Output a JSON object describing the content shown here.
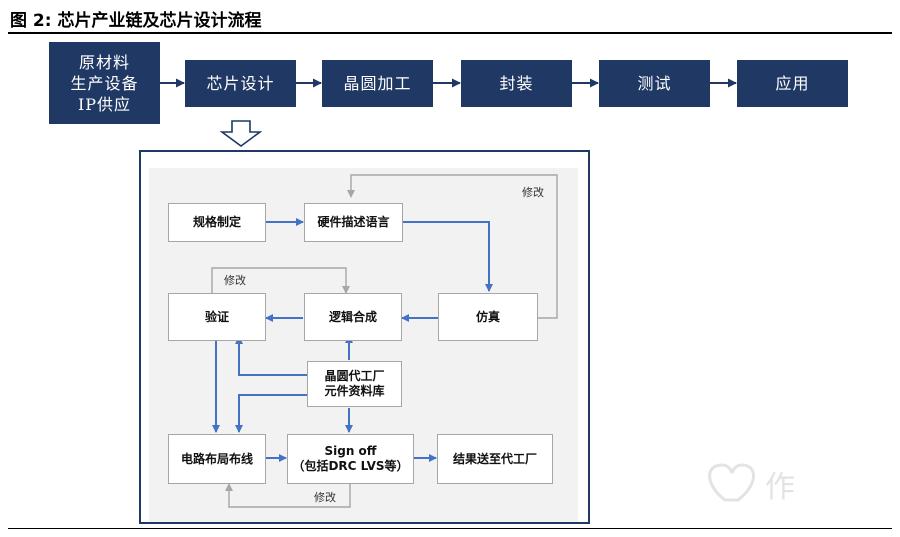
{
  "title": "图 2:  芯片产业链及芯片设计流程",
  "chain": [
    {
      "label": "原材料\n生产设备\nIP供应"
    },
    {
      "label": "芯片设计"
    },
    {
      "label": "晶圆加工"
    },
    {
      "label": "封装"
    },
    {
      "label": "测试"
    },
    {
      "label": "应用"
    }
  ],
  "flow": {
    "spec": "规格制定",
    "hdl": "硬件描述语言",
    "sim": "仿真",
    "synth": "逻辑合成",
    "verify": "验证",
    "foundry_lib": "晶圆代工厂\n元件资料库",
    "layout": "电路布局布线",
    "signoff": "Sign off\n（包括DRC LVS等）",
    "result": "结果送至代工厂",
    "modify_1": "修改",
    "modify_2": "修改",
    "modify_3": "修改"
  },
  "watermark": "作",
  "colors": {
    "dark_blue": "#1f3864",
    "arrow_blue": "#4472c4",
    "gray": "#a6a6a6"
  }
}
